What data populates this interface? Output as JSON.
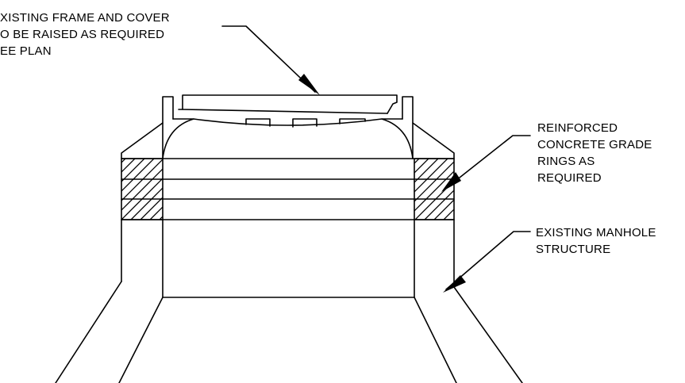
{
  "notes": {
    "frame_cover": {
      "line1": "XISTING FRAME AND COVER",
      "line2": "O BE RAISED AS REQUIRED",
      "line3": "EE PLAN"
    },
    "grade_rings": {
      "line1": "REINFORCED",
      "line2": "CONCRETE GRADE",
      "line3": "RINGS AS",
      "line4": "REQUIRED"
    },
    "manhole": {
      "line1": "EXISTING MANHOLE",
      "line2": "STRUCTURE"
    }
  },
  "colors": {
    "line": "#000000",
    "background": "#ffffff"
  }
}
